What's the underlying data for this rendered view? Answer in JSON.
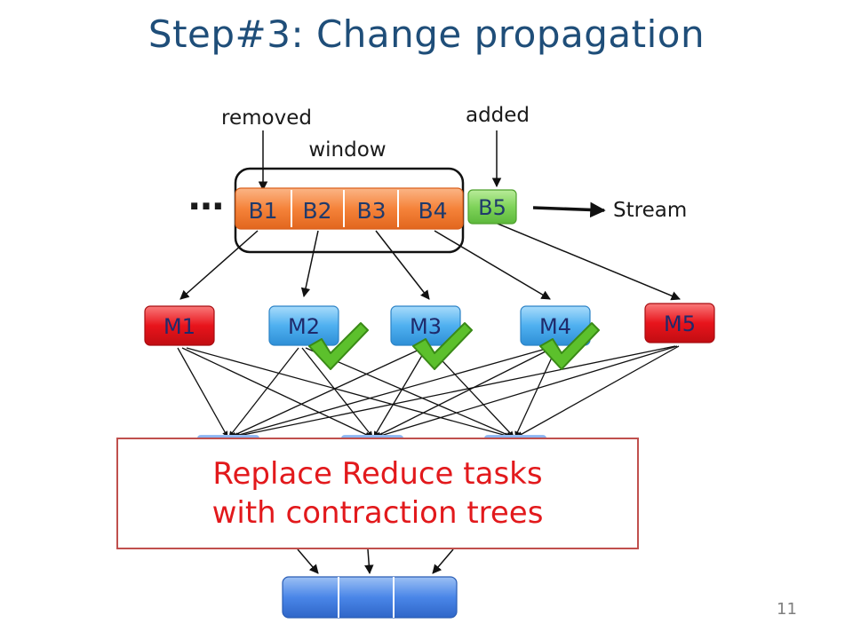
{
  "slide": {
    "title": "Step#3: Change propagation",
    "page_number": "11"
  },
  "labels": {
    "removed": "removed",
    "added": "added",
    "window": "window",
    "ellipsis": "…",
    "stream": "Stream"
  },
  "blocks": [
    "B1",
    "B2",
    "B3",
    "B4",
    "B5"
  ],
  "mappers": [
    "M1",
    "M2",
    "M3",
    "M4",
    "M5"
  ],
  "callout": {
    "line1": "Replace Reduce tasks",
    "line2": "with contraction trees"
  },
  "colors": {
    "title": "#1f4e79",
    "window_block": "#f5833a",
    "added_block": "#7fd35a",
    "mapper_changed": "#e8141c",
    "mapper_reused": "#4fb0f0",
    "reducer": "#4a86e8",
    "callout_text": "#e2191c",
    "callout_border": "#c0504d",
    "check": "#5cc02c"
  }
}
